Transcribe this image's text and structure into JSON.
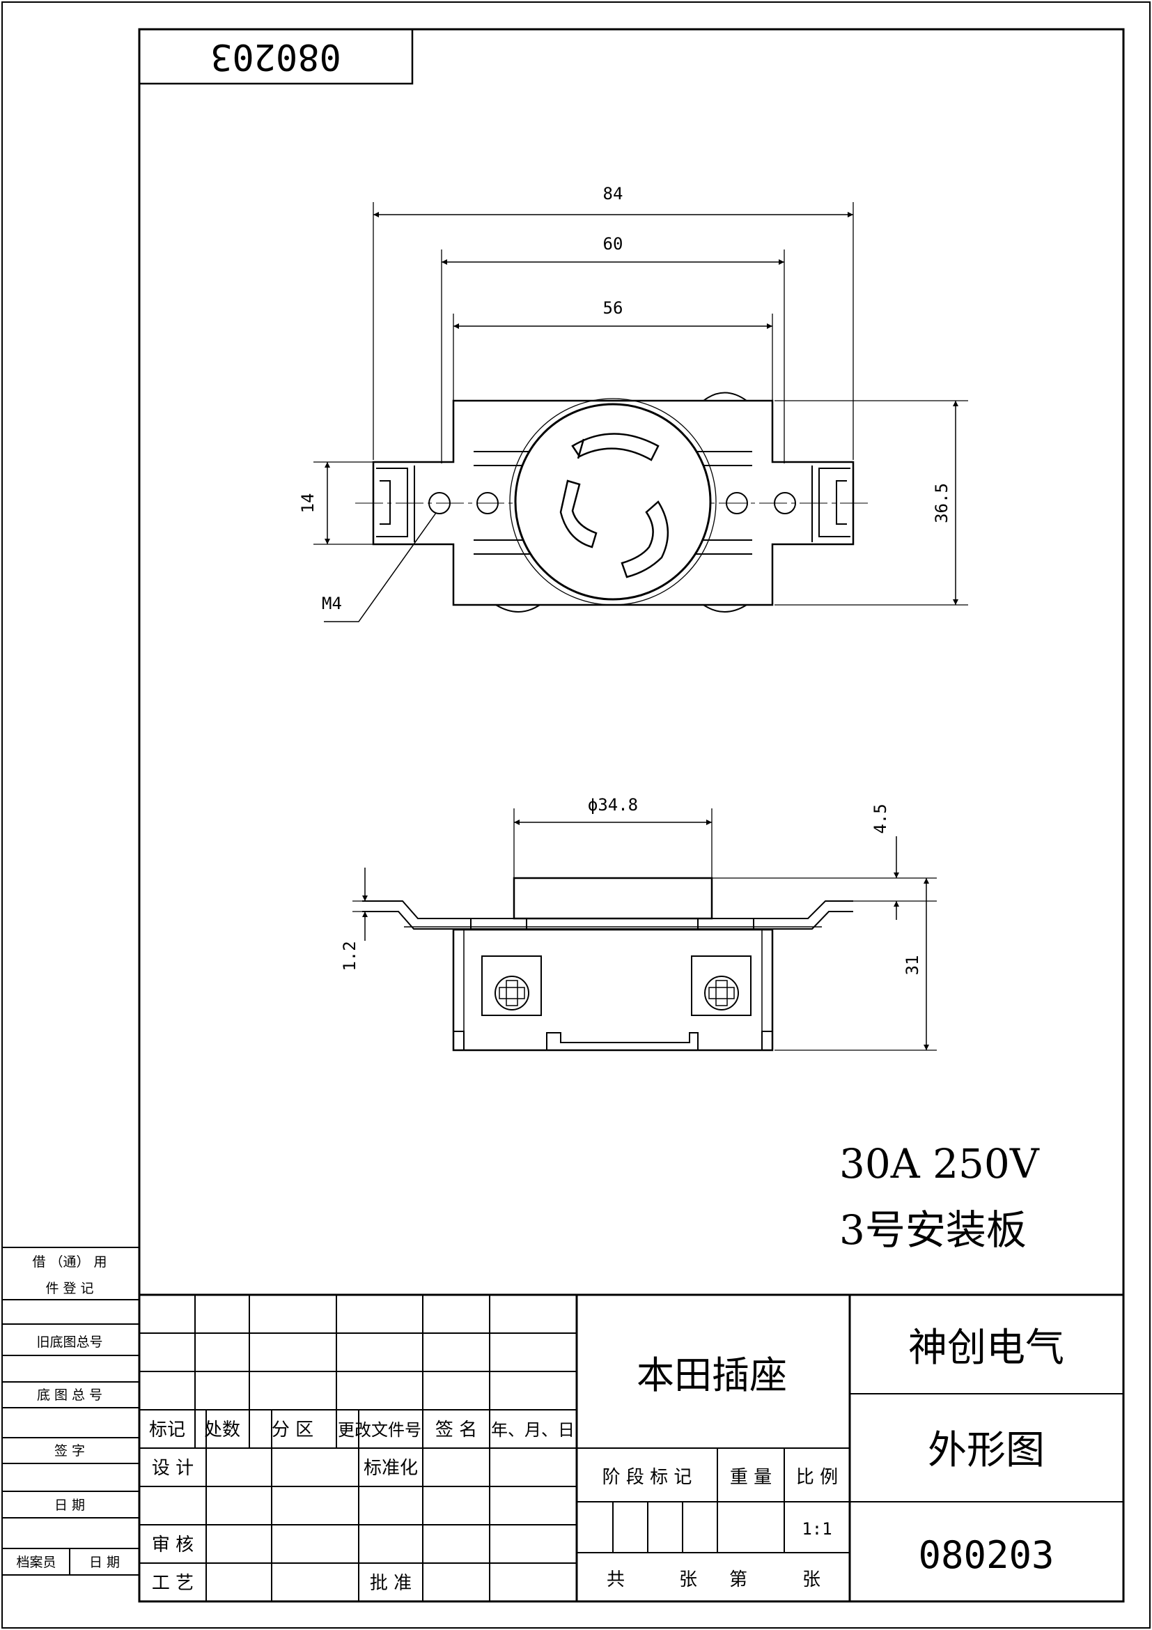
{
  "drawing_number_top": "080203",
  "dimensions": {
    "top_view": {
      "width_84": "84",
      "width_60": "60",
      "width_56": "56",
      "height_14": "14",
      "height_36_5": "36.5",
      "thread_m4": "M4"
    },
    "side_view": {
      "diameter": "ϕ34.8",
      "height_4_5": "4.5",
      "height_1_2": "1.2",
      "height_31": "31"
    }
  },
  "rating_line": "30A 250V",
  "plate_line": "3号安装板",
  "left_strip": {
    "borrow_1": "借 （通） 用",
    "borrow_2": "件  登  记",
    "old_base_total": "旧底图总号",
    "base_total": "底 图 总 号",
    "signature": "签    字",
    "date": "日    期",
    "archivist": "档案员",
    "archivist_date": "日  期"
  },
  "title_block": {
    "change_headers": [
      "标记",
      "处数",
      "分 区",
      "更改文件号",
      "签 名",
      "年、月、日"
    ],
    "design": "设 计",
    "standardization": "标准化",
    "review": "审 核",
    "process": "工 艺",
    "approve": "批 准",
    "product_name": "本田插座",
    "stage_mark": "阶 段 标 记",
    "weight": "重 量",
    "scale": "比 例",
    "scale_value": "1:1",
    "total": "共",
    "sheets": "张",
    "sheet_no": "第",
    "sheet": "张",
    "company": "神创电气",
    "drawing_type": "外形图",
    "drawing_number": "080203"
  }
}
